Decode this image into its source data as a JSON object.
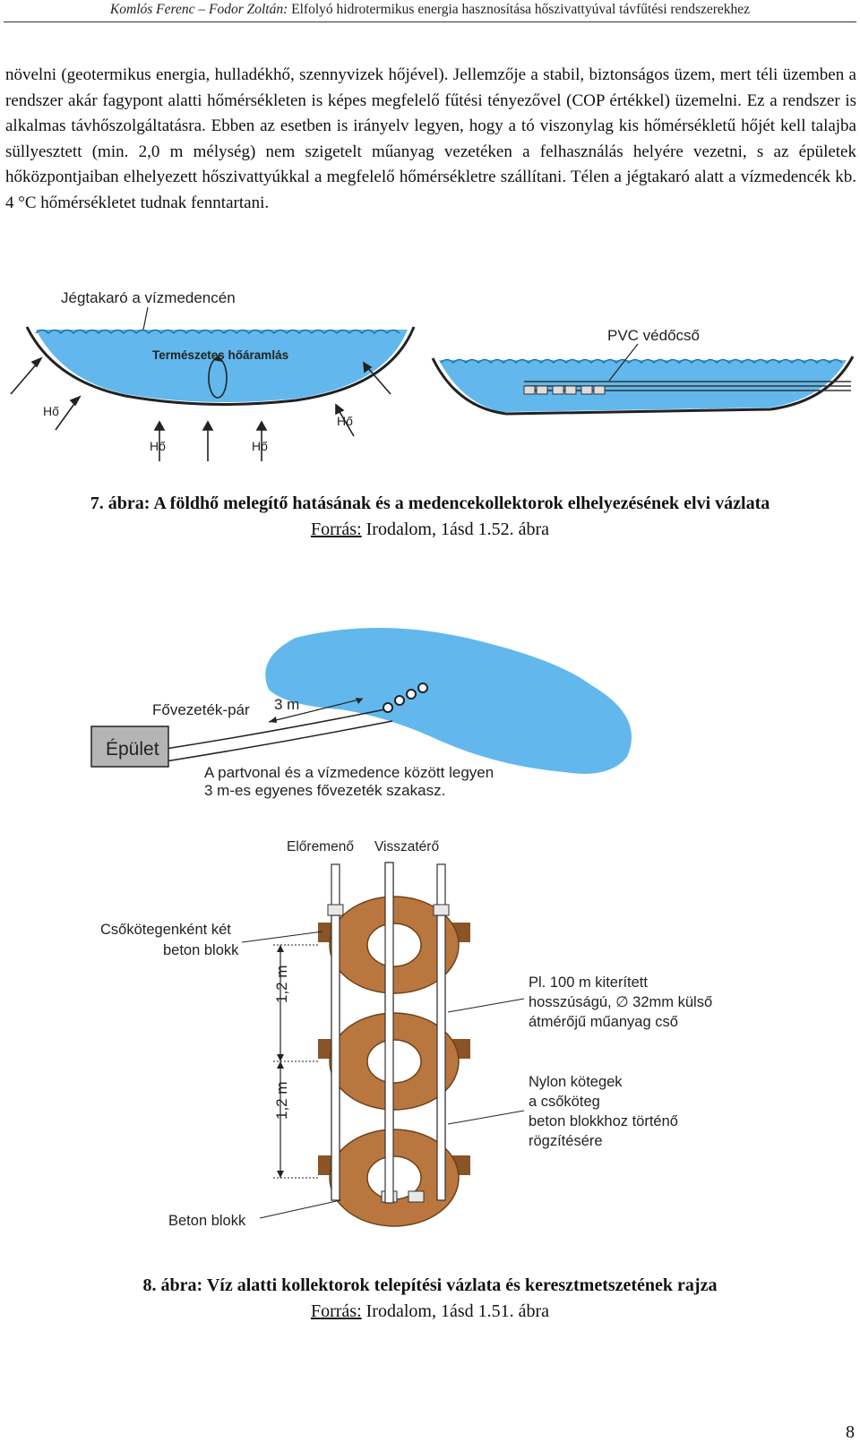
{
  "header": {
    "authors": "Komlós Ferenc – Fodor Zoltán:",
    "title": "Elfolyó hidrotermikus energia hasznosítása hőszivattyúval távfűtési rendszerekhez"
  },
  "body_paragraph": "növelni (geotermikus energia, hulladékhő, szennyvizek hőjével). Jellemzője a stabil, biztonságos üzem, mert téli üzemben a rendszer akár fagypont alatti hőmérsékleten is képes megfelelő fűtési tényezővel (COP értékkel) üzemelni. Ez a rendszer is alkalmas távhőszolgáltatásra. Ebben az esetben is irányelv legyen, hogy a tó viszonylag kis hőmérsékletű hőjét kell talajba süllyesztett (min. 2,0 m mélység) nem szigetelt műanyag vezetéken a felhasználás helyére vezetni, s az épületek hőközpontjaiban elhelyezett hőszivattyúkkal a megfelelő hőmérsékletre szállítani. Télen a jégtakaró alatt a vízmedencék kb. 4 °C hőmérsékletet tudnak fenntartani.",
  "figure7": {
    "labels": {
      "ice": "Jégtakaró a vízmedencén",
      "natural_flow": "Természetes hőáramlás",
      "pvc": "PVC védőcső",
      "heat": "Hő"
    },
    "caption_bold": "7. ábra: A földhő melegítő hatásának és a medencekollektorok elhelyezésének elvi vázlata",
    "source_label": "Forrás:",
    "source_text": " Irodalom, 1ásd 1.52. ábra"
  },
  "figure8": {
    "top": {
      "main_pipe_pair": "Fővezeték-pár",
      "distance": "3 m",
      "building": "Épület",
      "note_line1": "A partvonal és a vízmedence között legyen",
      "note_line2": "3 m-es egyenes fővezeték szakasz."
    },
    "bottom": {
      "flow": "Előremenő",
      "return": "Visszatérő",
      "blocks_line1": "Csőkötegenként két",
      "blocks_line2": "beton blokk",
      "dim1": "1,2 m",
      "dim2": "1,2 m",
      "pipe_line1": "Pl. 100 m kiterített",
      "pipe_line2": "hosszúságú, ∅ 32mm külső",
      "pipe_line3": "átmérőjű műanyag cső",
      "nylon_line1": "Nylon kötegek",
      "nylon_line2": "a csőköteg",
      "nylon_line3": "beton blokkhoz történő",
      "nylon_line4": "rögzítésére",
      "concrete_block": "Beton blokk"
    },
    "caption_bold": "8. ábra: Víz alatti kollektorok telepítési vázlata és keresztmetszetének rajza",
    "source_label": "Forrás:",
    "source_text": " Irodalom, 1ásd 1.51. ábra"
  },
  "page_number": "8",
  "colors": {
    "water": "#62b8ec",
    "water_light": "#8fcff3",
    "building": "#b4b4b4",
    "concrete": "#b9773f",
    "concrete_dark": "#8a5426"
  }
}
